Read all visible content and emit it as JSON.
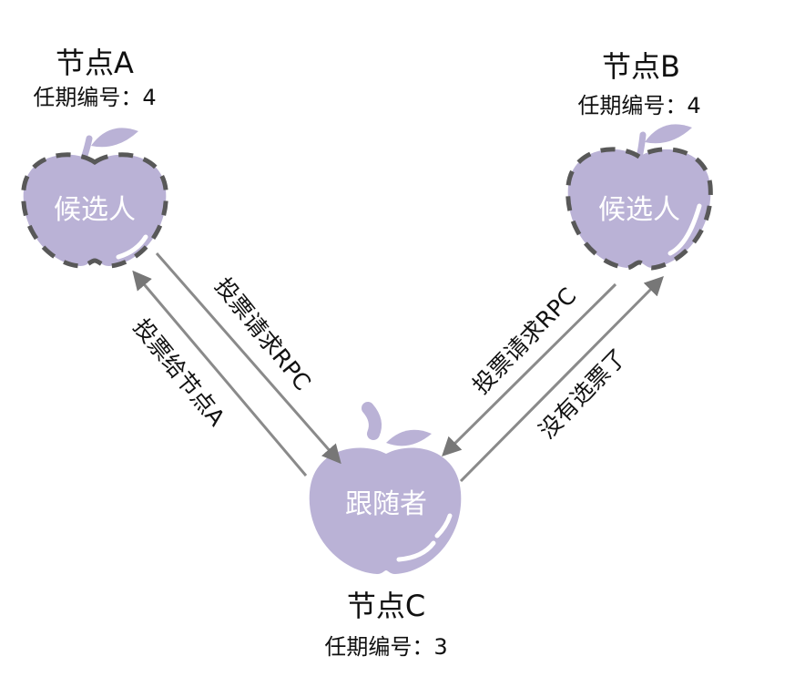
{
  "colors": {
    "apple_fill": "#bab2d6",
    "dash_ring": "#585858",
    "arrow": "#8a8a8a",
    "highlight": "#ffffff"
  },
  "nodes": {
    "a": {
      "title": "节点A",
      "term": "任期编号：4",
      "role": "候选人",
      "ring": "dashed"
    },
    "b": {
      "title": "节点B",
      "term": "任期编号：4",
      "role": "候选人",
      "ring": "dashed"
    },
    "c": {
      "title": "节点C",
      "term": "任期编号：3",
      "role": "跟随者",
      "ring": "none"
    }
  },
  "edges": {
    "a_to_c": {
      "label": "投票请求RPC",
      "direction": "A → C"
    },
    "c_to_a": {
      "label": "投票给节点A",
      "direction": "C → A"
    },
    "b_to_c": {
      "label": "投票请求RPC",
      "direction": "B → C"
    },
    "c_to_b": {
      "label": "没有选票了",
      "direction": "C → B"
    }
  }
}
